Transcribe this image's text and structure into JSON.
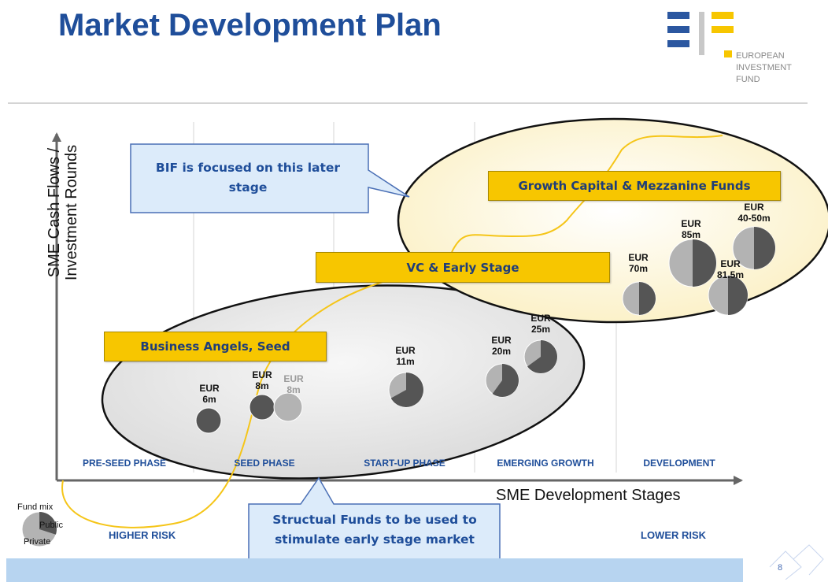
{
  "title": "Market Development Plan",
  "logo": {
    "lines": [
      "EUROPEAN",
      "INVESTMENT",
      "FUND"
    ]
  },
  "axes": {
    "y_title": "SME Cash Flows / Investment Rounds",
    "x_title": "SME Development Stages"
  },
  "phases": [
    "PRE-SEED PHASE",
    "SEED PHASE",
    "START-UP PHASE",
    "EMERGING GROWTH",
    "DEVELOPMENT"
  ],
  "stages": {
    "seed": "Business Angels, Seed",
    "vc": "VC & Early Stage",
    "growth": "Growth Capital & Mezzanine Funds"
  },
  "callouts": {
    "bif": "BIF is focused on this later stage",
    "structural": "Structual Funds to be used to stimulate early stage market"
  },
  "funds": [
    {
      "label1": "EUR",
      "label2": "6m",
      "public_share": 1.0,
      "faded": false
    },
    {
      "label1": "EUR",
      "label2": "8m",
      "public_share": 1.0,
      "faded": false
    },
    {
      "label1": "EUR",
      "label2": "8m",
      "public_share": 0.0,
      "faded": true
    },
    {
      "label1": "EUR",
      "label2": "11m",
      "public_share": 0.67,
      "faded": false
    },
    {
      "label1": "EUR",
      "label2": "20m",
      "public_share": 0.6,
      "faded": false
    },
    {
      "label1": "EUR",
      "label2": "25m",
      "public_share": 0.65,
      "faded": false
    },
    {
      "label1": "EUR",
      "label2": "70m",
      "public_share": 0.5,
      "faded": false
    },
    {
      "label1": "EUR",
      "label2": "85m",
      "public_share": 0.5,
      "faded": false
    },
    {
      "label1": "EUR",
      "label2": "81.5m",
      "public_share": 0.5,
      "faded": false
    },
    {
      "label1": "EUR",
      "label2": "40-50m",
      "public_share": 0.5,
      "faded": false
    }
  ],
  "risk": {
    "higher": "HIGHER RISK",
    "lower": "LOWER RISK"
  },
  "legend": {
    "title": "Fund mix",
    "public": "Public",
    "private": "Private"
  },
  "page_number": "8",
  "colors": {
    "title": "#1f4e9a",
    "stage_box": "#f7c600",
    "curve": "#f5c518",
    "public": "#555555",
    "private": "#b3b3b3",
    "callout_fill": "#dcebfa",
    "callout_border": "#4a6fb5",
    "bottom_bar": "#b7d4f0"
  }
}
